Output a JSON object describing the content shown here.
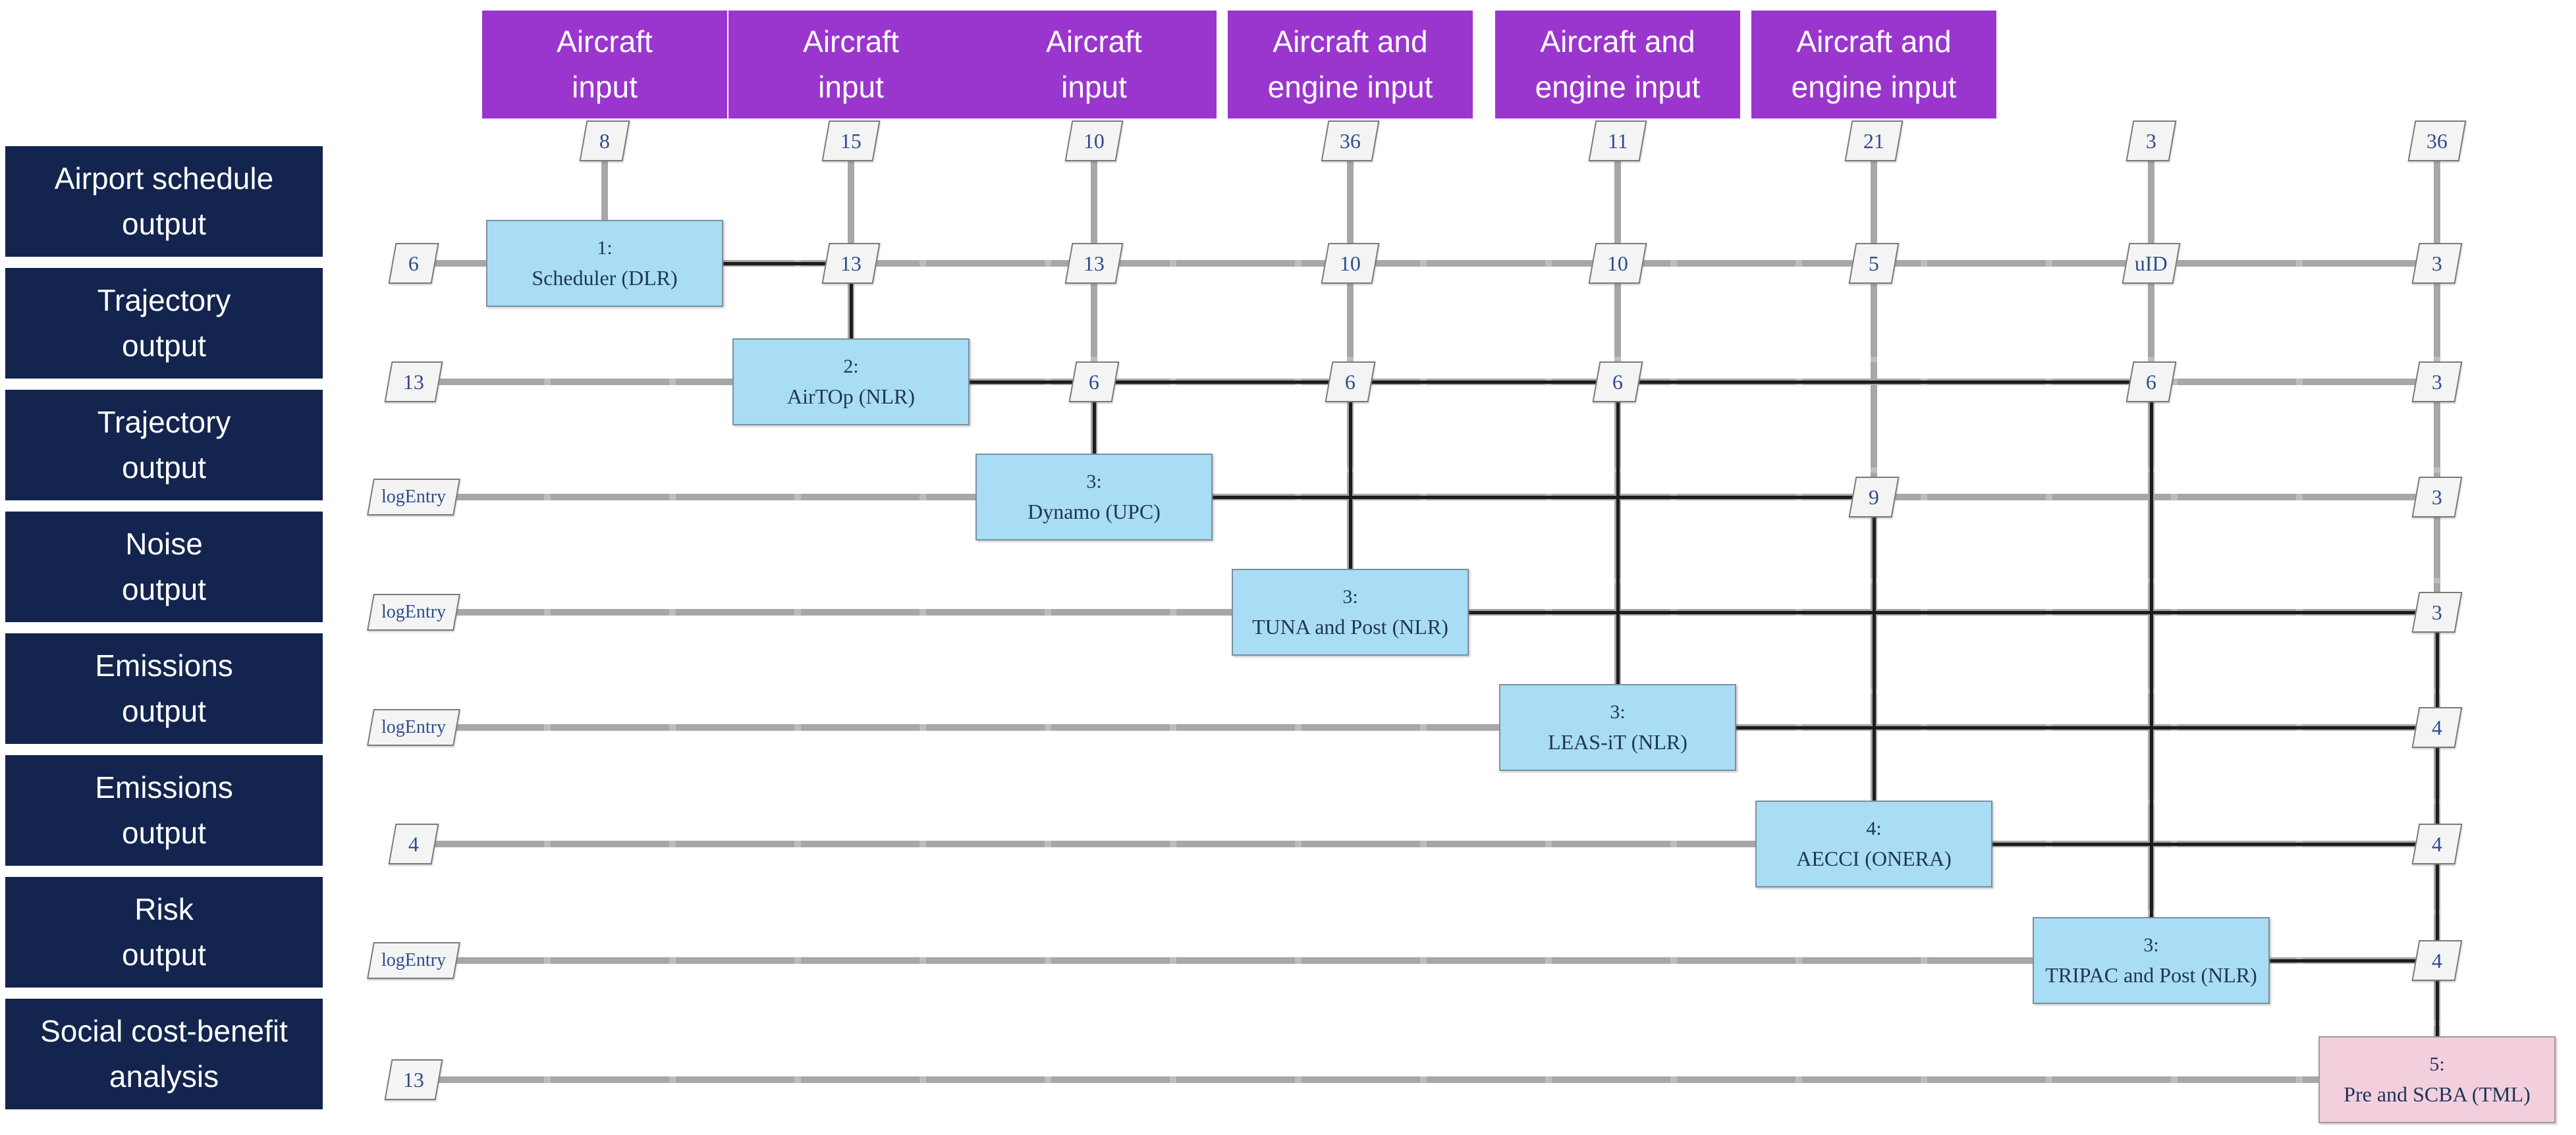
{
  "palette": {
    "header_purple": "#9a36ce",
    "label_navy": "#13244e",
    "tool_blue_fill": "#a9ddf5",
    "tool_blue_border": "#7b8fa0",
    "tool_pink_fill": "#f3cfde",
    "tool_pink_border": "#a39aa0",
    "grid_line_gray": "#a7a7a7",
    "flow_line_black": "#1c1c1c",
    "connector_fill": "#f4f4f4",
    "connector_border": "#7a7a7a",
    "connector_text_blue": "#2f4d8c",
    "tool_text_navy": "#1f3557"
  },
  "column_headers": [
    {
      "col": 1,
      "label": "Aircraft input",
      "lines": [
        "Aircraft",
        "input"
      ]
    },
    {
      "col": 2,
      "label": "Aircraft input",
      "lines": [
        "Aircraft",
        "input"
      ]
    },
    {
      "col": 3,
      "label": "Aircraft input",
      "lines": [
        "Aircraft",
        "input"
      ]
    },
    {
      "col": 4,
      "label": "Aircraft and engine input",
      "lines": [
        "Aircraft and",
        "engine input"
      ]
    },
    {
      "col": 5,
      "label": "Aircraft and engine input",
      "lines": [
        "Aircraft and",
        "engine input"
      ]
    },
    {
      "col": 6,
      "label": "Aircraft and engine input",
      "lines": [
        "Aircraft and",
        "engine input"
      ]
    }
  ],
  "top_connectors": [
    {
      "col": 1,
      "value": "8"
    },
    {
      "col": 2,
      "value": "15"
    },
    {
      "col": 3,
      "value": "10"
    },
    {
      "col": 4,
      "value": "36"
    },
    {
      "col": 5,
      "value": "11"
    },
    {
      "col": 6,
      "value": "21"
    },
    {
      "col": 7,
      "value": "3"
    },
    {
      "col": 8,
      "value": "36"
    }
  ],
  "row_labels": [
    {
      "row": 1,
      "label": "Airport schedule output",
      "lines": [
        "Airport schedule",
        "output"
      ]
    },
    {
      "row": 2,
      "label": "Trajectory output",
      "lines": [
        "Trajectory",
        "output"
      ]
    },
    {
      "row": 3,
      "label": "Trajectory output",
      "lines": [
        "Trajectory",
        "output"
      ]
    },
    {
      "row": 4,
      "label": "Noise output",
      "lines": [
        "Noise",
        "output"
      ]
    },
    {
      "row": 5,
      "label": "Emissions output",
      "lines": [
        "Emissions",
        "output"
      ]
    },
    {
      "row": 6,
      "label": "Emissions output",
      "lines": [
        "Emissions",
        "output"
      ]
    },
    {
      "row": 7,
      "label": "Risk output",
      "lines": [
        "Risk",
        "output"
      ]
    },
    {
      "row": 8,
      "label": "Social cost-benefit analysis",
      "lines": [
        "Social cost-benefit",
        "analysis"
      ]
    }
  ],
  "left_connectors": [
    {
      "row": 1,
      "value": "6"
    },
    {
      "row": 2,
      "value": "13"
    },
    {
      "row": 3,
      "value": "logEntry"
    },
    {
      "row": 4,
      "value": "logEntry"
    },
    {
      "row": 5,
      "value": "logEntry"
    },
    {
      "row": 6,
      "value": "4"
    },
    {
      "row": 7,
      "value": "logEntry"
    },
    {
      "row": 8,
      "value": "13"
    }
  ],
  "tools": [
    {
      "row": 1,
      "col": 1,
      "index": "1:",
      "name": "Scheduler (DLR)",
      "style": "blue"
    },
    {
      "row": 2,
      "col": 2,
      "index": "2:",
      "name": "AirTOp (NLR)",
      "style": "blue"
    },
    {
      "row": 3,
      "col": 3,
      "index": "3:",
      "name": "Dynamo (UPC)",
      "style": "blue"
    },
    {
      "row": 4,
      "col": 4,
      "index": "3:",
      "name": "TUNA and Post (NLR)",
      "style": "blue"
    },
    {
      "row": 5,
      "col": 5,
      "index": "3:",
      "name": "LEAS-iT (NLR)",
      "style": "blue"
    },
    {
      "row": 6,
      "col": 6,
      "index": "4:",
      "name": "AECCI (ONERA)",
      "style": "blue"
    },
    {
      "row": 7,
      "col": 7,
      "index": "3:",
      "name": "TRIPAC and Post (NLR)",
      "style": "blue"
    },
    {
      "row": 8,
      "col": 8,
      "index": "5:",
      "name": "Pre and SCBA (TML)",
      "style": "pink"
    }
  ],
  "grid_connectors": [
    {
      "row": 1,
      "col": 2,
      "value": "13"
    },
    {
      "row": 1,
      "col": 3,
      "value": "13"
    },
    {
      "row": 1,
      "col": 4,
      "value": "10"
    },
    {
      "row": 1,
      "col": 5,
      "value": "10"
    },
    {
      "row": 1,
      "col": 6,
      "value": "5"
    },
    {
      "row": 1,
      "col": 7,
      "value": "uID"
    },
    {
      "row": 1,
      "col": 8,
      "value": "3"
    },
    {
      "row": 2,
      "col": 3,
      "value": "6"
    },
    {
      "row": 2,
      "col": 4,
      "value": "6"
    },
    {
      "row": 2,
      "col": 5,
      "value": "6"
    },
    {
      "row": 2,
      "col": 7,
      "value": "6"
    },
    {
      "row": 2,
      "col": 8,
      "value": "3"
    },
    {
      "row": 3,
      "col": 6,
      "value": "9"
    },
    {
      "row": 3,
      "col": 8,
      "value": "3"
    },
    {
      "row": 4,
      "col": 8,
      "value": "3"
    },
    {
      "row": 5,
      "col": 8,
      "value": "4"
    },
    {
      "row": 6,
      "col": 8,
      "value": "4"
    },
    {
      "row": 7,
      "col": 8,
      "value": "4"
    }
  ],
  "flows": {
    "horizontal": [
      {
        "row": 1,
        "to_col": 2
      },
      {
        "row": 2,
        "to_col": 7
      },
      {
        "row": 3,
        "to_col": 6
      },
      {
        "row": 4,
        "to_col": 8
      },
      {
        "row": 5,
        "to_col": 8
      },
      {
        "row": 6,
        "to_col": 8
      },
      {
        "row": 7,
        "to_col": 8
      }
    ],
    "vertical": [
      {
        "col": 2,
        "from_row": 1,
        "to_row": 2
      },
      {
        "col": 3,
        "from_row": 2,
        "to_row": 3
      },
      {
        "col": 4,
        "from_row": 2,
        "to_row": 4
      },
      {
        "col": 5,
        "from_row": 2,
        "to_row": 5
      },
      {
        "col": 6,
        "from_row": 3,
        "to_row": 6
      },
      {
        "col": 7,
        "from_row": 2,
        "to_row": 7
      },
      {
        "col": 8,
        "from_row": 4,
        "to_row": 8
      }
    ]
  }
}
